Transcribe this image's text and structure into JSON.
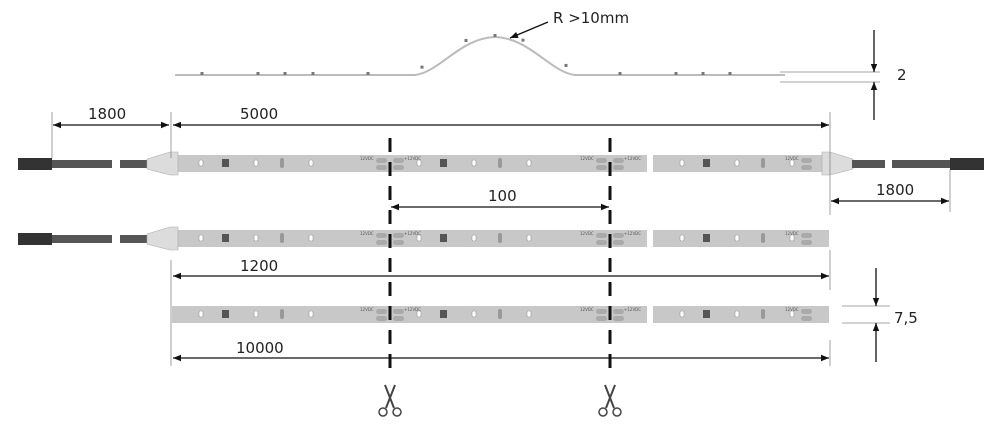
{
  "profile": {
    "radius_label": "R >10mm",
    "height_label": "2"
  },
  "dimensions": {
    "cable_left": "1800",
    "strip_5000": "5000",
    "cut_pitch": "100",
    "cable_right": "1800",
    "strip_1200": "1200",
    "width": "7,5",
    "strip_10000": "10000"
  },
  "strip_marks": {
    "plus": "+12VDC",
    "minus": "12VDC"
  },
  "colors": {
    "strip": "#c8c8c8",
    "cable": "#555555",
    "connector": "#333333",
    "cap": "#dcdcdc",
    "line": "#111111"
  }
}
